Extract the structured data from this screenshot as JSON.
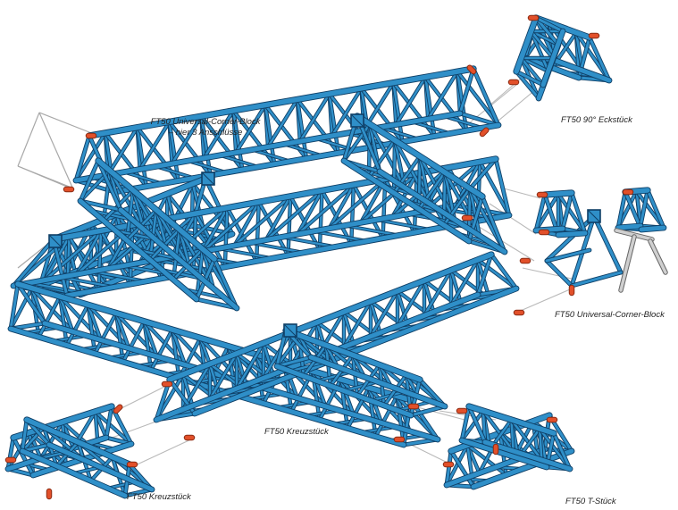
{
  "labels": {
    "corner_block_top": "FT50 Universal-Corner-Block",
    "corner_block_top_note": "– hier 3 Anschlüsse",
    "eckstueck": "FT50 90° Eckstück",
    "corner_block_right": "FT50 Universal-Corner-Block",
    "kreuzstueck_center": "FT50 Kreuzstück",
    "kreuzstueck_left": "FT50 Kreuzstück",
    "t_stueck": "FT50 T-Stück"
  },
  "colors": {
    "truss_fill": "#2f8fc8",
    "truss_outline": "#0f3f66",
    "connector": "#e2502a",
    "guide_line": "#b9b9b9",
    "ghost_line": "#a8a8a8",
    "hardware": "#cfcfcf"
  },
  "icons": {
    "truss_segment": "truss-segment-icon",
    "connector_end": "connector-end-icon",
    "corner_block": "corner-block-icon",
    "clamp": "clamp-icon"
  }
}
